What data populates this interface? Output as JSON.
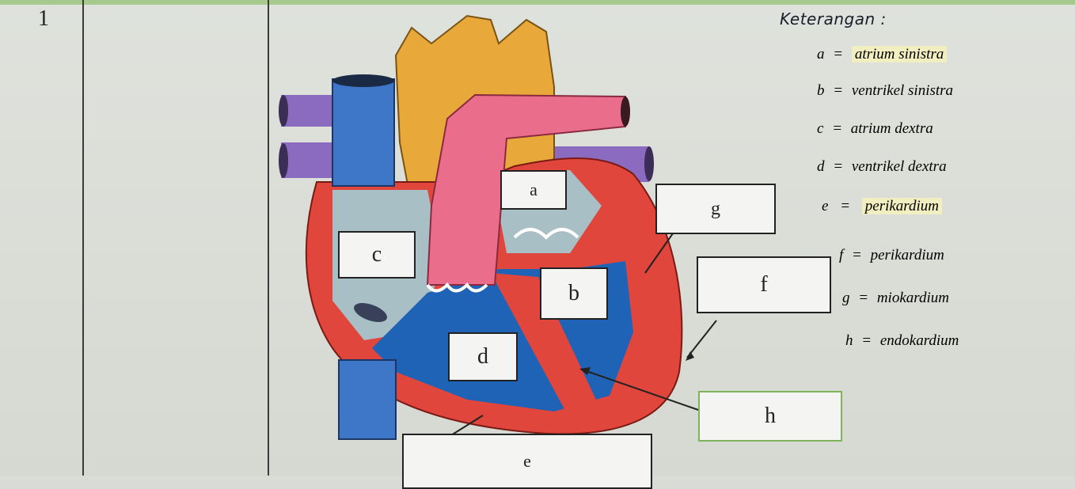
{
  "row": {
    "number": "1"
  },
  "diagram_labels": {
    "a": "a",
    "b": "b",
    "c": "c",
    "d": "d",
    "e": "e",
    "f": "f",
    "g": "g",
    "h": "h"
  },
  "legend": {
    "title": "Keterangan :",
    "items": [
      {
        "key": "a",
        "sep": "=",
        "value": "atrium sinistra"
      },
      {
        "key": "b",
        "sep": "=",
        "value": "ventrikel sinistra"
      },
      {
        "key": "c",
        "sep": "=",
        "value": "atrium dextra"
      },
      {
        "key": "d",
        "sep": "=",
        "value": "ventrikel dextra"
      },
      {
        "key": "e",
        "sep": "=",
        "value": "perikardium"
      },
      {
        "key": "f",
        "sep": "=",
        "value": "perikardium"
      },
      {
        "key": "g",
        "sep": "=",
        "value": "miokardium"
      },
      {
        "key": "h",
        "sep": "=",
        "value": "endokardium"
      }
    ]
  }
}
